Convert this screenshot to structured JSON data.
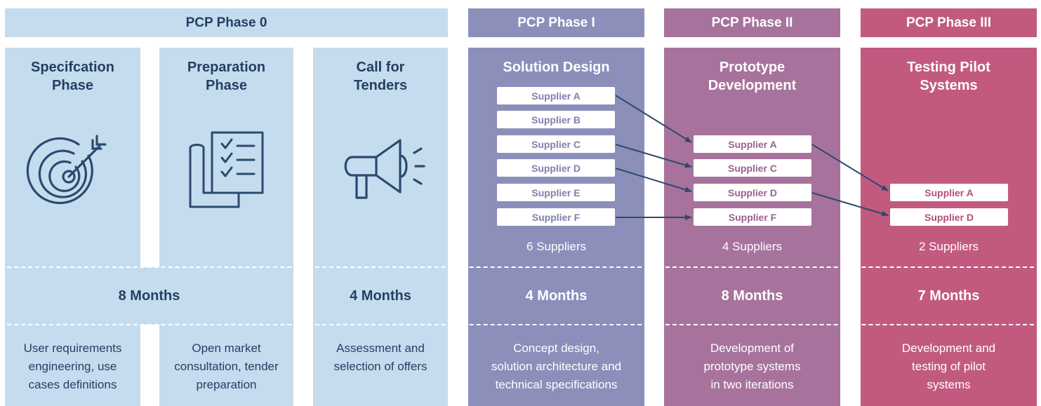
{
  "phases": {
    "phase0": "PCP Phase 0",
    "phase1": "PCP Phase I",
    "phase2": "PCP Phase II",
    "phase3": "PCP Phase III"
  },
  "columns": {
    "spec": {
      "title_line1": "Specifcation",
      "title_line2": "Phase",
      "desc_line1": "User requirements",
      "desc_line2": "engineering, use",
      "desc_line3": "cases definitions"
    },
    "prep": {
      "title_line1": "Preparation",
      "title_line2": "Phase",
      "desc_line1": "Open market",
      "desc_line2": "consultation, tender",
      "desc_line3": "preparation"
    },
    "call": {
      "title_line1": "Call for",
      "title_line2": "Tenders",
      "desc_line1": "Assessment and",
      "desc_line2": "selection of offers"
    },
    "design": {
      "title": "Solution Design",
      "desc_line1": "Concept design,",
      "desc_line2": "solution architecture and",
      "desc_line3": "technical specifications",
      "count": "6 Suppliers",
      "suppliers": [
        "Supplier A",
        "Supplier B",
        "Supplier C",
        "Supplier D",
        "Supplier E",
        "Supplier F"
      ]
    },
    "proto": {
      "title_line1": "Prototype",
      "title_line2": "Development",
      "desc_line1": "Development of",
      "desc_line2": "prototype systems",
      "desc_line3": "in two iterations",
      "count": "4 Suppliers",
      "suppliers": [
        "Supplier A",
        "Supplier C",
        "Supplier D",
        "Supplier F"
      ]
    },
    "pilot": {
      "title_line1": "Testing Pilot",
      "title_line2": "Systems",
      "desc_line1": "Development and",
      "desc_line2": "testing of pilot",
      "desc_line3": "systems",
      "count": "2 Suppliers",
      "suppliers": [
        "Supplier A",
        "Supplier D"
      ]
    }
  },
  "durations": {
    "phase0_prep": "8 Months",
    "phase0_call": "4 Months",
    "phase1": "4 Months",
    "phase2": "8 Months",
    "phase3": "7 Months"
  },
  "icons": [
    "target-icon",
    "checklist-icon",
    "megaphone-icon"
  ],
  "colors": {
    "phase0": "#c5dcee",
    "phase1": "#8b8fba",
    "phase2": "#a7739d",
    "phase3": "#c25a80",
    "text_dark": "#243f63",
    "arrow": "#2e4a6b"
  }
}
